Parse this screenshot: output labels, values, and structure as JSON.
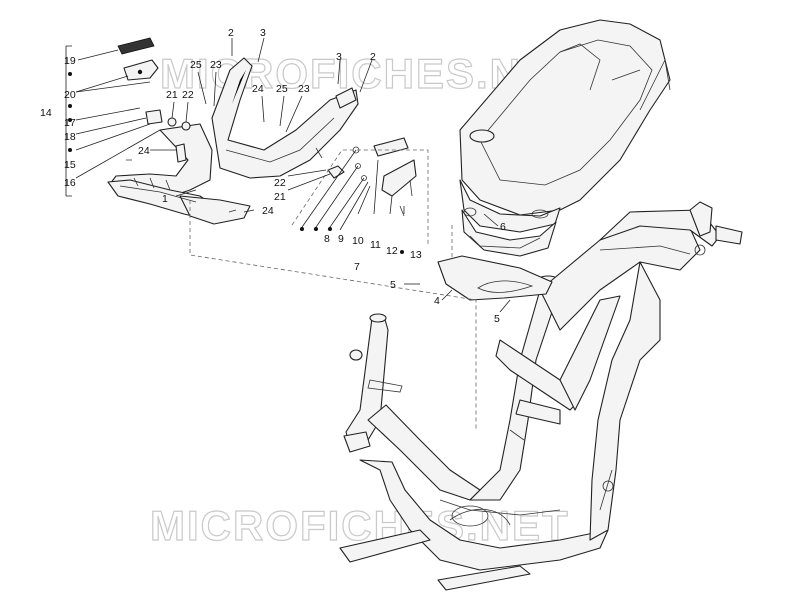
{
  "diagram": {
    "watermark_top": "MICROFICHES.NET",
    "watermark_bottom": "MICROFICHES.NET",
    "callouts": {
      "c1": "1",
      "c2a": "2",
      "c2b": "2",
      "c3a": "3",
      "c3b": "3",
      "c4": "4",
      "c5a": "5",
      "c5b": "5",
      "c6": "6",
      "c7": "7",
      "c8": "8",
      "c9": "9",
      "c10": "10",
      "c11": "11",
      "c12": "12",
      "c13": "13",
      "c14": "14",
      "c15": "15",
      "c16": "16",
      "c17": "17",
      "c18": "18",
      "c19": "19",
      "c20": "20",
      "c21a": "21",
      "c21b": "21",
      "c22a": "22",
      "c22b": "22",
      "c23a": "23",
      "c23b": "23",
      "c24a": "24",
      "c24b": "24",
      "c24c": "24",
      "c25a": "25",
      "c25b": "25"
    }
  }
}
